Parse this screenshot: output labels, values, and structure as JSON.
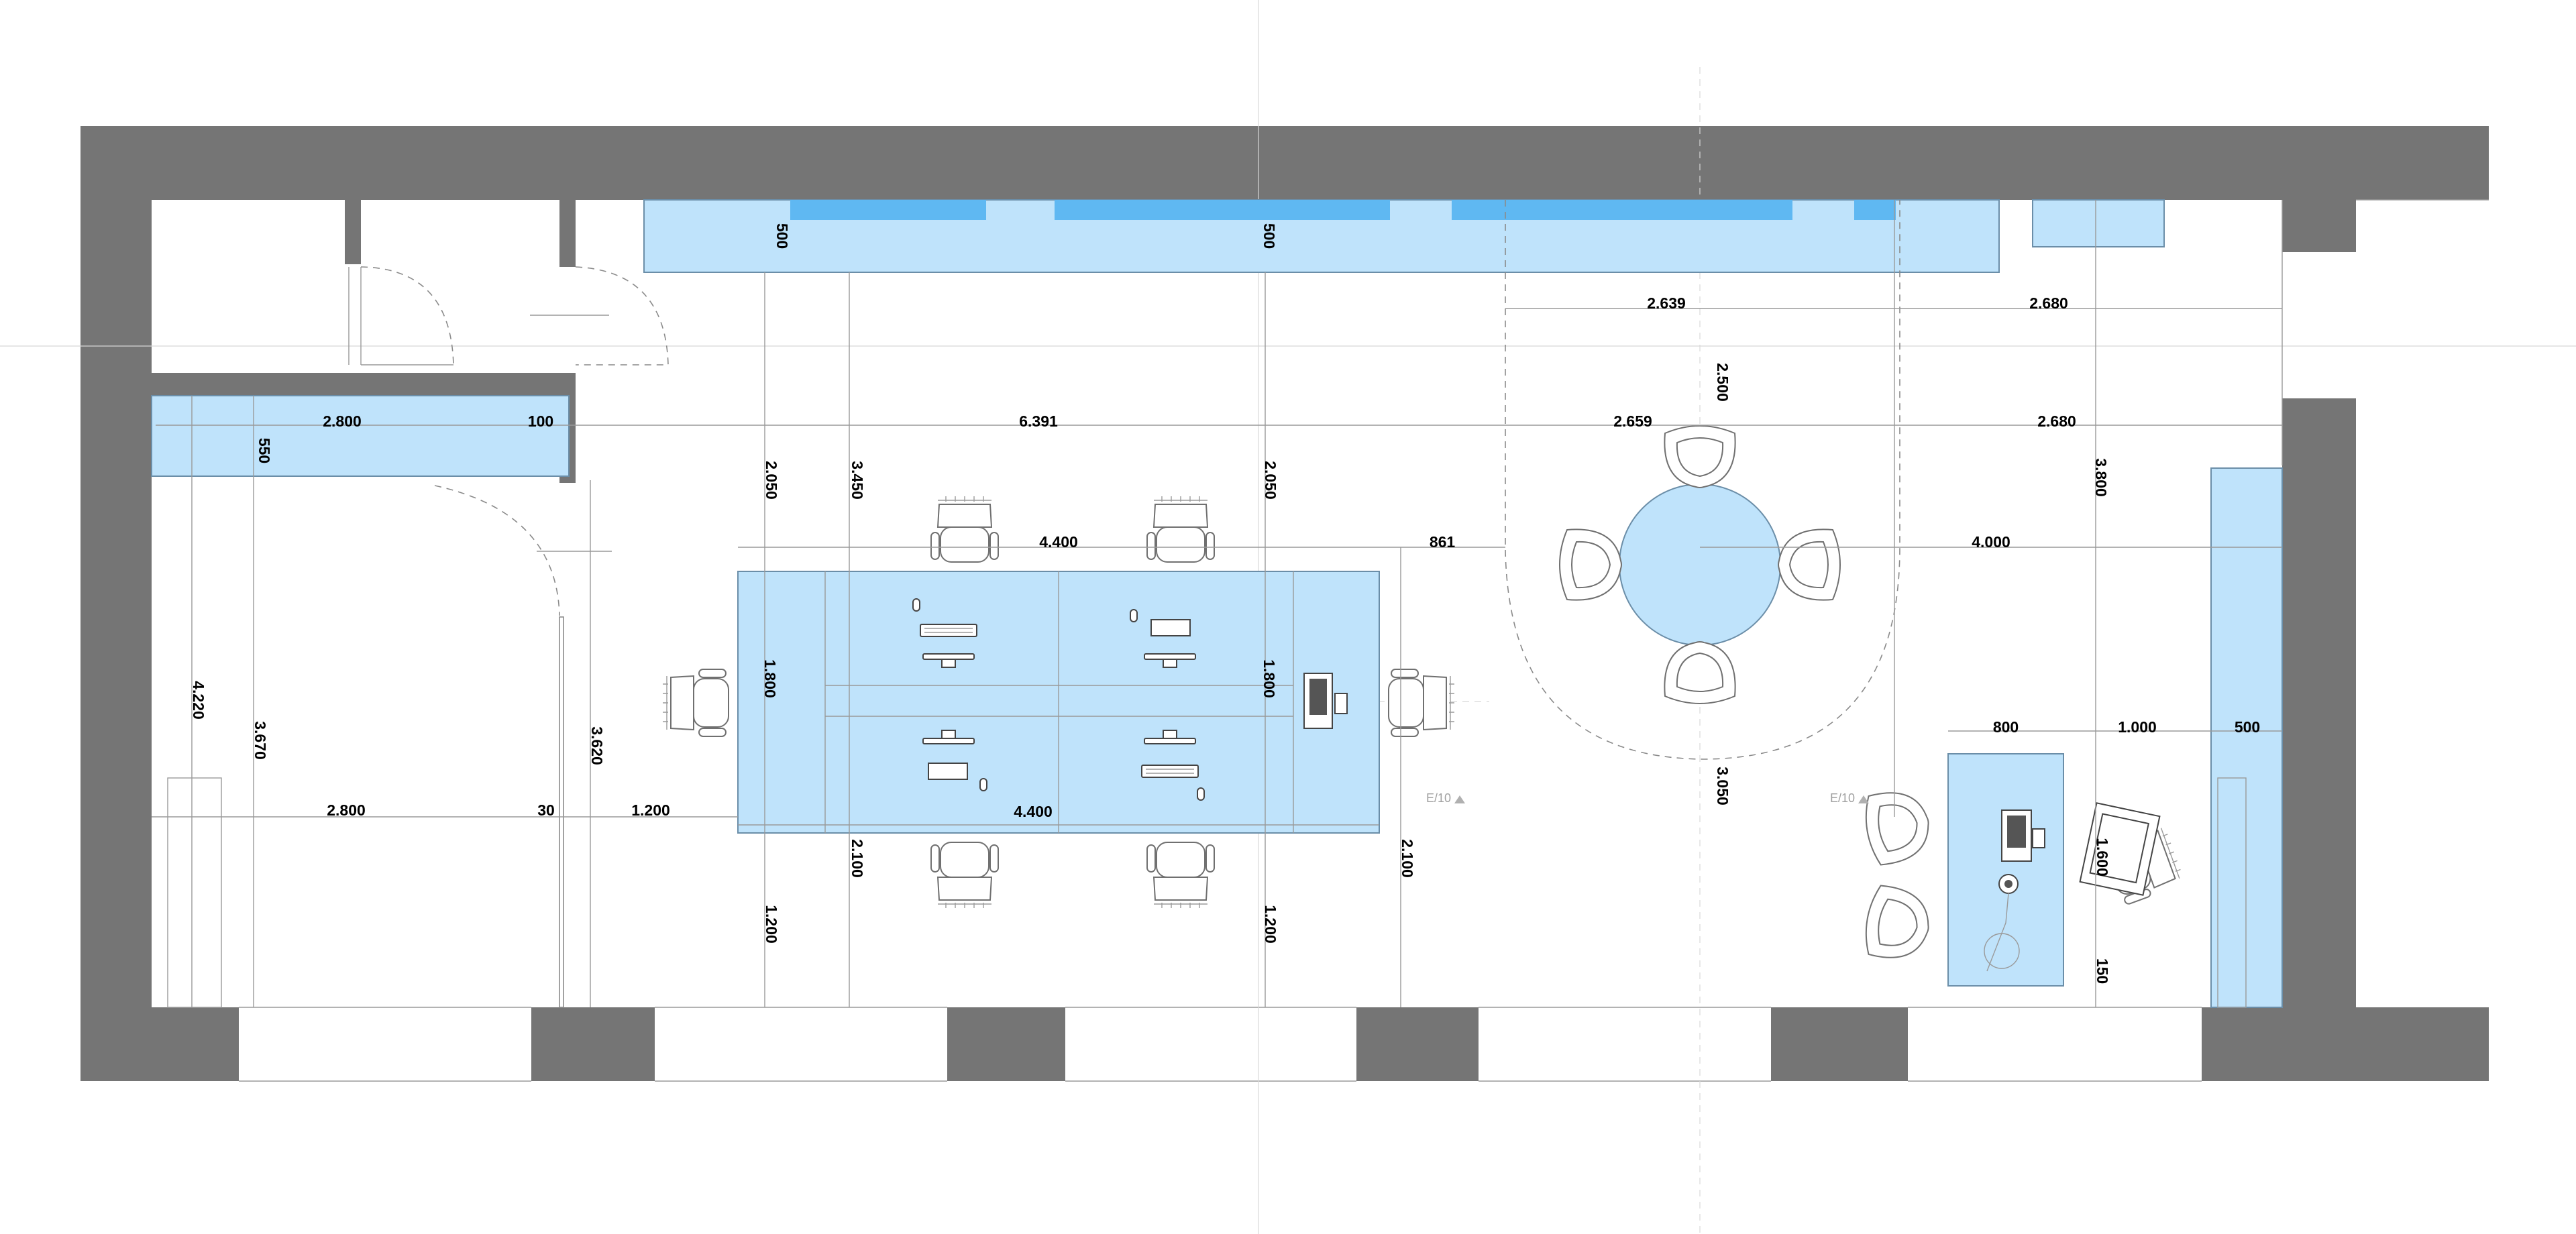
{
  "colors": {
    "wall": "#757575",
    "furniture": "#bfe3fb",
    "furniture_accent": "#5fb8f2",
    "background": "#ffffff"
  },
  "dimensions": {
    "storage_depth_left": "500",
    "storage_depth_mid": "500",
    "dining_clear_left": "2.639",
    "dining_clear_right": "2.680",
    "dining_circle_top": "2.500",
    "top_wall_width": "2.800",
    "top_wall_thickness": "100",
    "top_span_main": "6.391",
    "top_span_mid": "2.659",
    "top_span_right": "2.680",
    "shelf_depth": "550",
    "gap_2050_left": "2.050",
    "gap_3450": "3.450",
    "gap_2050_right": "2.050",
    "gap_3800": "3.800",
    "desk_width_top": "4.400",
    "desk_to_dining": "861",
    "dining_to_wall": "4.000",
    "desk_depth_left": "1.800",
    "desk_depth_right": "1.800",
    "left_room_height_outer": "4.220",
    "left_room_height_inner": "3.670",
    "partition_height": "3.620",
    "bottom_wall_width": "2.800",
    "partition_thickness": "30",
    "partition_to_desk": "1.200",
    "desk_width_bottom": "4.400",
    "gap_2100_left": "2.100",
    "gap_2100_right": "2.100",
    "gap_1200_left": "1.200",
    "gap_1200_right": "1.200",
    "dining_circle_bottom": "3.050",
    "side_desk_width": "800",
    "side_desk_gap": "1.000",
    "right_storage_depth": "500",
    "side_desk_length": "1.600",
    "side_desk_margin": "150"
  },
  "section_markers": {
    "marker_left": "E/10",
    "marker_right": "E/10"
  },
  "fixed_furniture": [
    "top-storage-unit",
    "top-right-cabinet",
    "left-wall-shelf",
    "right-wall-storage",
    "workstation-desk-cluster",
    "round-dining-table",
    "side-desk"
  ],
  "icons": [
    "office-chair-icon",
    "lounge-chair-icon",
    "monitor-icon",
    "keyboard-icon",
    "mouse-icon",
    "phone-icon",
    "desk-lamp-icon",
    "printer-icon",
    "door-swing-icon"
  ]
}
